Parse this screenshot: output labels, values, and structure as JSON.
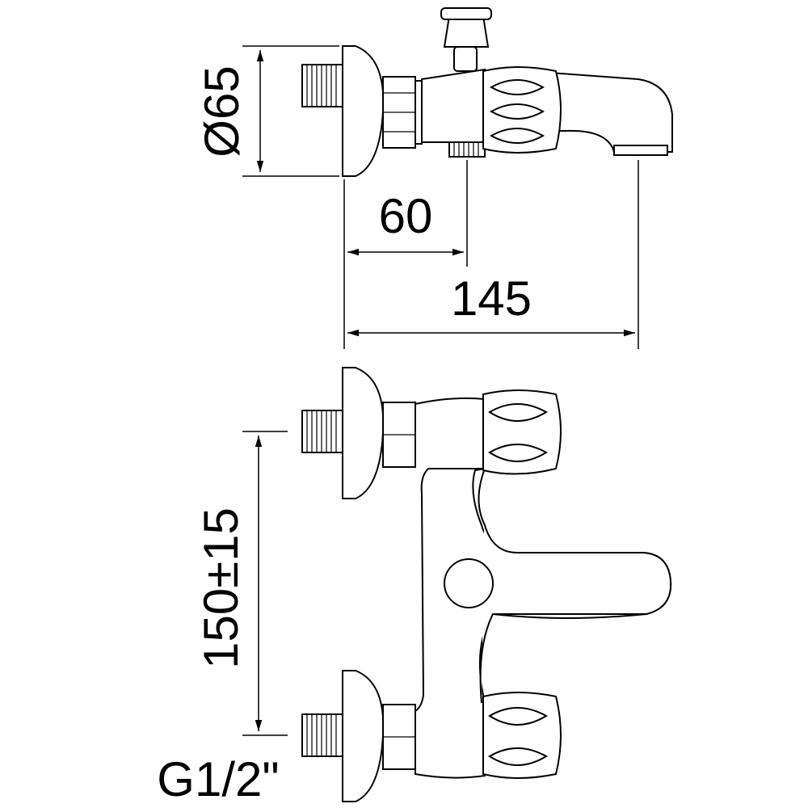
{
  "dimensions": {
    "diameter": "Ø65",
    "offset": "60",
    "length": "145",
    "centers": "150±15",
    "thread": "G1/2\""
  }
}
